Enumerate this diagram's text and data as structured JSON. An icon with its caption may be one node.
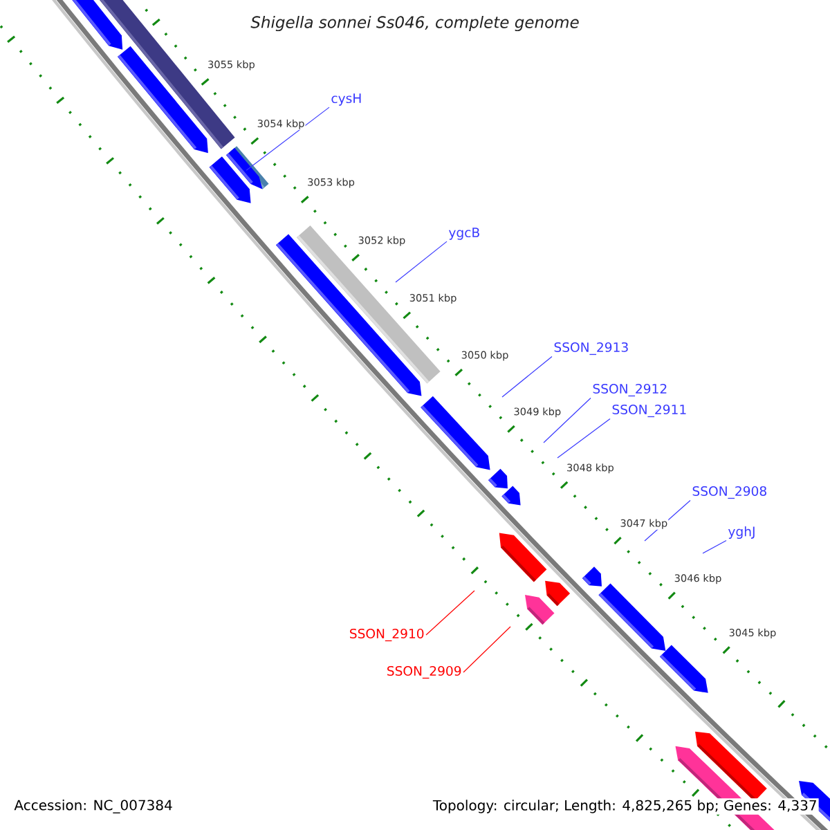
{
  "diagram": {
    "title": "Shigella sonnei Ss046, complete genome",
    "nodes": [
      {
        "text": [
          "cysH"
        ]
      },
      {
        "text": [
          "ygcB"
        ]
      },
      {
        "text": [
          "SSON_2913"
        ]
      },
      {
        "text": [
          "SSON_2912"
        ]
      },
      {
        "text": [
          "SSON_2911"
        ]
      },
      {
        "text": [
          "SSON_2908"
        ]
      },
      {
        "text": [
          "yghJ"
        ]
      },
      {
        "text": [
          "SSON_2910"
        ]
      },
      {
        "text": [
          "SSON_2909"
        ]
      },
      {
        "text": [],
        "shape": "arrow"
      }
    ],
    "edges": [
      {
        "from": 0,
        "to": 9,
        "arrow": "none"
      },
      {
        "from": 1,
        "to": null,
        "arrow": "none"
      },
      {
        "from": 2,
        "to": null,
        "arrow": "none"
      },
      {
        "from": 3,
        "to": null,
        "arrow": "none"
      },
      {
        "from": 4,
        "to": null,
        "arrow": "none"
      },
      {
        "from": 5,
        "to": null,
        "arrow": "none"
      },
      {
        "from": 6,
        "to": null,
        "arrow": "none"
      },
      {
        "from": 7,
        "to": null,
        "arrow": "none",
        "color": "#ff0000"
      },
      {
        "from": 8,
        "to": null,
        "arrow": "none",
        "color": "#ff0000"
      }
    ],
    "labels": [
      "3055 kbp",
      "3054 kbp",
      "3053 kbp",
      "3052 kbp",
      "3051 kbp",
      "3050 kbp",
      "3049 kbp",
      "3048 kbp",
      "3047 kbp",
      "3046 kbp",
      "3045 kbp",
      "Accession: NC_007384",
      "Topology: circular; Length: 4,825,265 bp; Genes: 4,337"
    ]
  }
}
